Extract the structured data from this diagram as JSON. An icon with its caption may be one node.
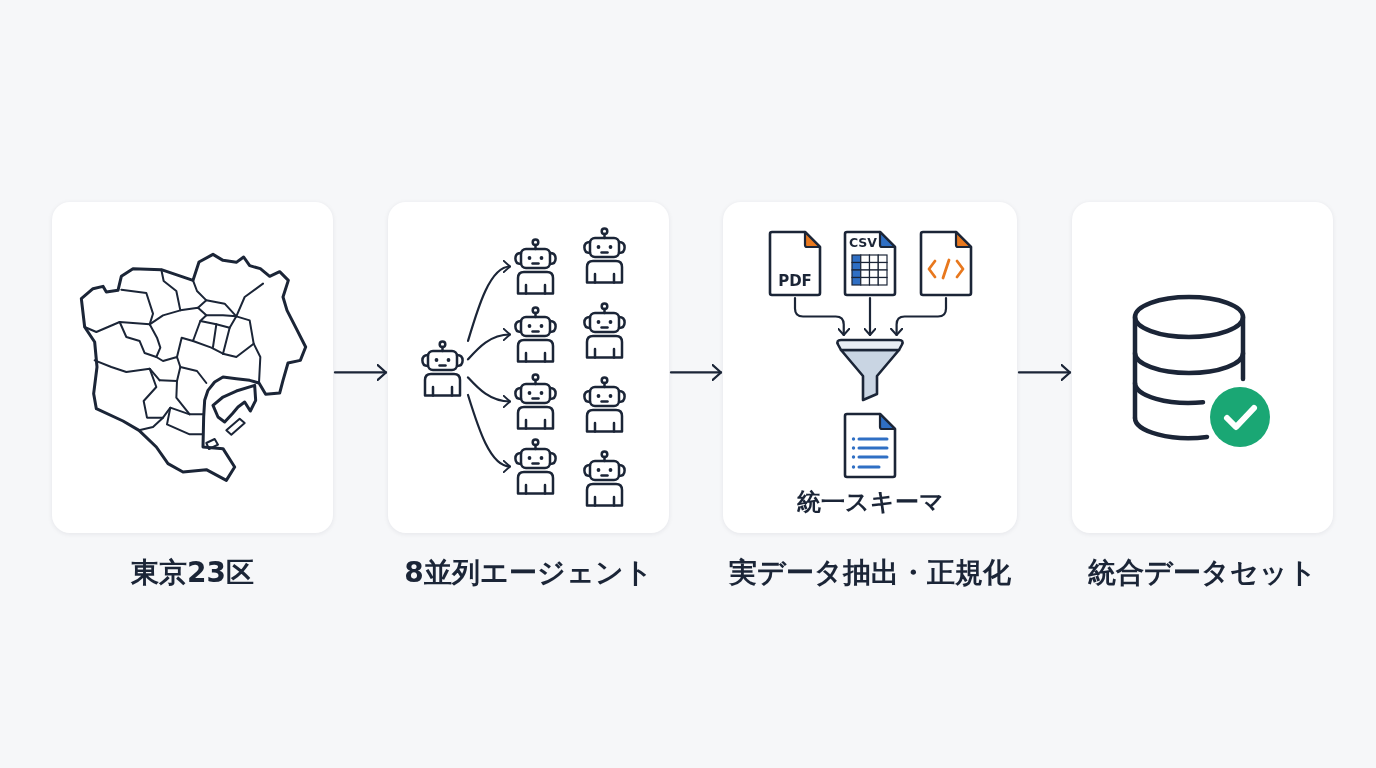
{
  "diagram": {
    "nodes": [
      {
        "text": [
          "東京23区"
        ]
      },
      {
        "text": [
          "8並列エージェント"
        ]
      },
      {
        "text": [],
        "shape": "robot",
        "in": 1
      },
      {
        "text": [],
        "shape": "robot",
        "in": 1
      },
      {
        "text": [],
        "shape": "robot",
        "in": 1
      },
      {
        "text": [],
        "shape": "robot",
        "in": 1
      },
      {
        "text": [],
        "shape": "robot",
        "in": 1
      },
      {
        "text": [
          "実データ抽出・正規化"
        ]
      },
      {
        "text": [
          "PDF"
        ],
        "in": 7
      },
      {
        "text": [
          "CSV"
        ],
        "in": 7
      },
      {
        "text": [],
        "shape": "document",
        "in": 7
      },
      {
        "text": [],
        "shape": "funnel",
        "in": 7
      },
      {
        "text": [
          "統一スキーマ"
        ],
        "in": 7
      },
      {
        "text": [
          "統合データセット"
        ]
      }
    ],
    "edges": [
      {
        "from": 0,
        "to": 1,
        "arrow": "to"
      },
      {
        "from": 1,
        "to": 7,
        "arrow": "to"
      },
      {
        "from": 7,
        "to": 13,
        "arrow": "to"
      },
      {
        "from": 2,
        "to": 3,
        "arrow": "to"
      },
      {
        "from": 2,
        "to": 4,
        "arrow": "to"
      },
      {
        "from": 2,
        "to": 5,
        "arrow": "to"
      },
      {
        "from": 2,
        "to": 6,
        "arrow": "to"
      },
      {
        "from": 8,
        "to": 11,
        "arrow": "to"
      },
      {
        "from": 9,
        "to": 11,
        "arrow": "to"
      },
      {
        "from": 10,
        "to": 11,
        "arrow": "to"
      }
    ]
  }
}
